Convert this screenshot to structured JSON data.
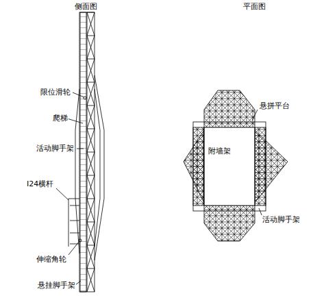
{
  "diagram": {
    "labels": [
      "侧面图",
      "平面图",
      "限位滑轮",
      "爬梯",
      "活动脚手架",
      "I24横杆",
      "伸缩角轮",
      "悬挂脚手架",
      "悬拼平台",
      "附墙架",
      "活动脚手架"
    ]
  }
}
